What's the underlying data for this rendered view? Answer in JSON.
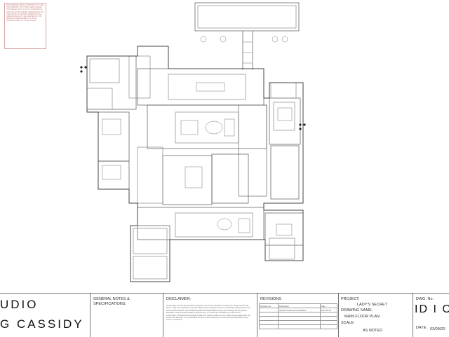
{
  "note_block": {
    "text": "THIS DRAWING AND ALL PORTIONS OF IT ARE THE PROPERTY OF STUDIO GREG CASSIDY. THIS DESIGN AND LAYOUT IS CONFIDENTIAL AND MAY NOT BE COPIED, REPRODUCED OR USED WITHOUT WRITTEN PERMISSION. ALL DIMENSIONS ARE TO BE VERIFIED ON SITE BEFORE COMMENCEMENT OF WORK. DRAWINGS ARE NOT TO BE SCALED."
  },
  "title_block": {
    "brand_line1": "UDIO",
    "brand_line2": "G CASSIDY",
    "general_notes_label": "GENERAL NOTES &",
    "specifications_label": "SPECIFICATIONS:",
    "disclaimer_label": "DISCLAIMER:",
    "disclaimer_text": "All drawings used for the illustrative purposes only and are intended to convey the concept and overall layout. They are for guidance only. Any object or item proportions are not necessarily represented in true and accurate depiction of the finished product and specifications may vary. Drawings are for general illustration of the proposed design and layout only. No results are intended to be relied on for construction. All dimensions are approximate and must be verified on site. Studio Greg Cassidy does not warrant the accuracy of any information shown on this drawing and cannot be held responsible for any errors or omissions.",
    "revisions_label": "REVISIONS",
    "revision_headers": [
      "Revision No.",
      "Description",
      "Date"
    ],
    "revision_rows": [
      [
        "",
        "Issued for Rework Consultation",
        "2021.10.21"
      ],
      [
        "",
        "",
        ""
      ],
      [
        "",
        "",
        ""
      ],
      [
        "",
        "",
        ""
      ],
      [
        "",
        "",
        ""
      ]
    ],
    "project_label": "PROJECT:",
    "project_value": "LADY'S SECRET",
    "drawing_name_label": "DRAWING NAME:",
    "drawing_name_value": "MAIN FLOOR PLAN",
    "scale_label": "SCALE:",
    "scale_value": "AS NOTED",
    "dwg_no_label": "DWG. No.",
    "dwg_no_value": "ID I O",
    "date_label": "DATE:",
    "date_value": "03/09/20"
  }
}
